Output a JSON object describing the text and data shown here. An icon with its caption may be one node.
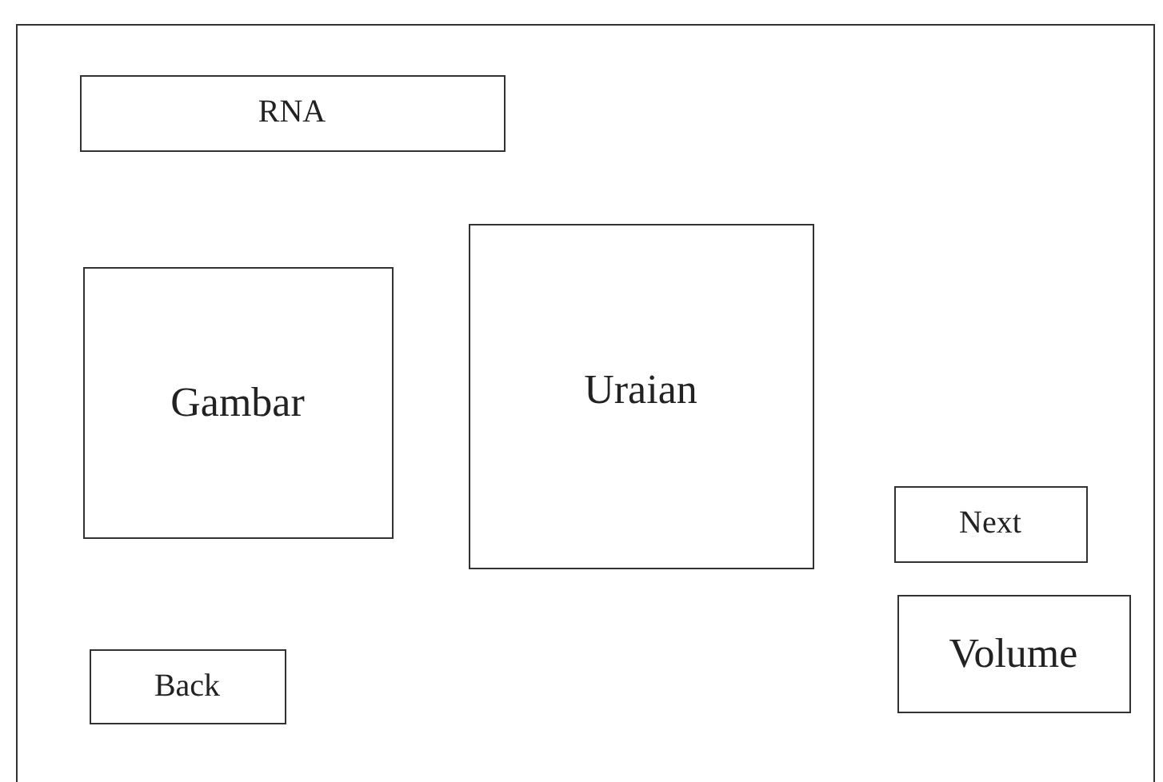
{
  "diagram": {
    "nodes": [
      {
        "text": [],
        "shape": "box"
      },
      {
        "text": [
          "RNA"
        ],
        "in": 0
      },
      {
        "text": [
          "Gambar"
        ],
        "in": 0
      },
      {
        "text": [
          "Uraian"
        ],
        "in": 0
      },
      {
        "text": [
          "Next"
        ],
        "in": 0
      },
      {
        "text": [
          "Volume"
        ],
        "in": 0
      },
      {
        "text": [
          "Back"
        ],
        "in": 0
      }
    ]
  }
}
